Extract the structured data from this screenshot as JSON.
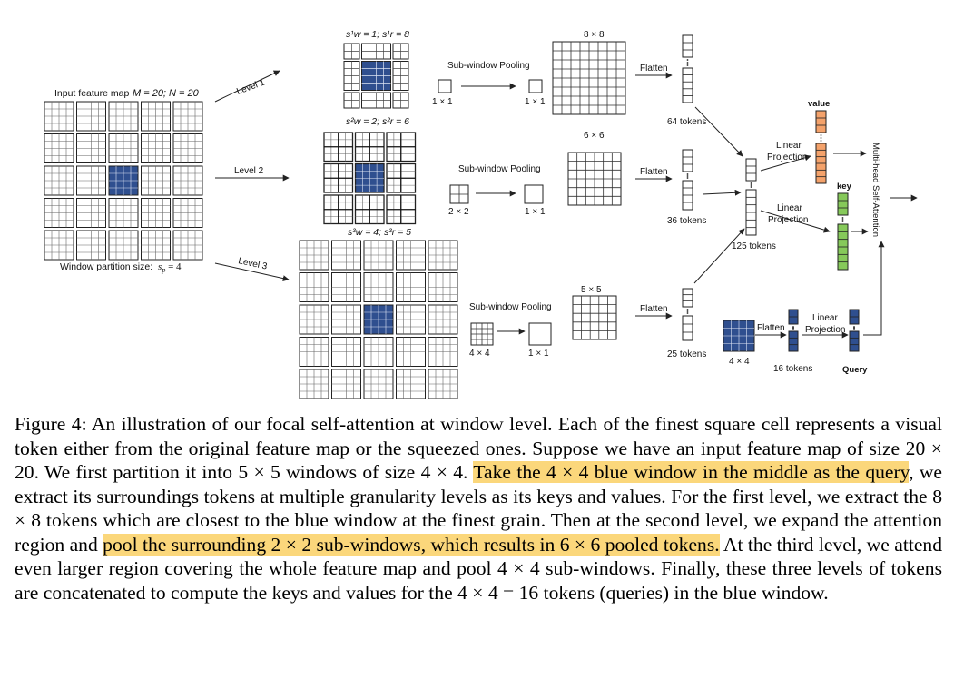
{
  "figure": {
    "input_label": "Input feature map",
    "input_params": "M = 20; N = 20",
    "window_label": "Window partition size:",
    "window_param": "s",
    "window_param_sub": "p",
    "window_param_val": " = 4",
    "level1": "Level 1",
    "level2": "Level 2",
    "level3": "Level 3",
    "l1_params": "s¹w = 1; s¹r = 8",
    "l2_params": "s²w = 2; s²r = 6",
    "l3_params": "s³w = 4; s³r = 5",
    "pooling": "Sub-window Pooling",
    "size_8": "8 × 8",
    "size_6": "6 × 6",
    "size_5": "5 × 5",
    "size_1": "1 × 1",
    "size_2": "2 × 2",
    "size_4": "4 × 4",
    "flatten": "Flatten",
    "tokens_64": "64 tokens",
    "tokens_36": "36 tokens",
    "tokens_25": "25 tokens",
    "tokens_125": "125 tokens",
    "tokens_16": "16 tokens",
    "linear": "Linear",
    "projection": "Projection",
    "value": "value",
    "key": "key",
    "query": "Query",
    "mhsa": "Multi-head Self-Attention"
  },
  "caption": {
    "p1": "Figure 4: An illustration of our focal self-attention at window level. Each of the finest square cell represents a visual token either from the original feature map or the squeezed ones. Suppose we have an input feature map of size 20 × 20. We first partition it into 5 × 5 windows of size 4 × 4. ",
    "h1": "Take the 4 × 4 blue window in the middle as the query",
    "p2": ", we extract its surroundings tokens at multiple granularity levels as its keys and values. For the first level, we extract the 8 × 8 tokens which are closest to the blue window at the finest grain. Then at the second level, we expand the attention region and ",
    "h2": "pool the surrounding 2 × 2 sub-windows, which results in 6 × 6 pooled tokens.",
    "p3": " At the third level, we attend even larger region covering the whole feature map and pool 4 × 4 sub-windows. Finally, these three levels of tokens are concatenated to compute the keys and values for the 4 × 4 = 16 tokens (queries) in the blue window."
  },
  "colors": {
    "query_blue": "#2f4f8f",
    "value_orange": "#f4a26b",
    "key_green": "#86c95a",
    "highlight": "#fbd77b"
  }
}
